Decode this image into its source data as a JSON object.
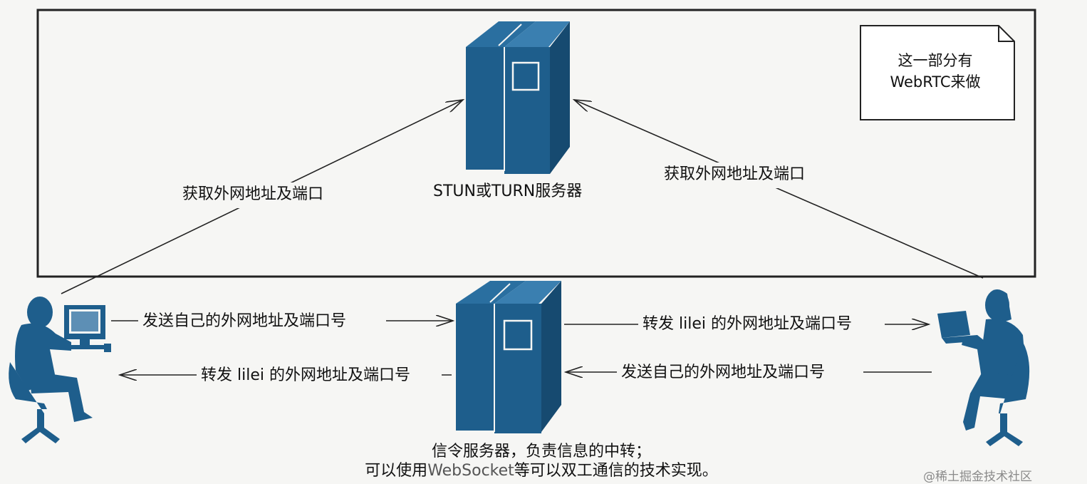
{
  "note": {
    "line1": "这一部分有",
    "line2": "WebRTC来做"
  },
  "stun_server": {
    "label": "STUN或TURN服务器"
  },
  "edges": {
    "left_get_address": "获取外网地址及端口",
    "right_get_address": "获取外网地址及端口",
    "left_send_own": "发送自己的外网地址及端口号",
    "left_forward": "转发 lilei 的外网地址及端口号",
    "right_forward": "转发 lilei 的外网地址及端口号",
    "right_send_own": "发送自己的外网地址及端口号"
  },
  "signaling_caption": {
    "line1": "信令服务器，负责信息的中转；",
    "line2_prefix": "可以使用",
    "line2_highlight": "WebSocket",
    "line2_suffix": "等可以双工通信的技术实现。"
  },
  "watermark": "@稀土掘金技术社区",
  "colors": {
    "server": "#1e5e8c",
    "person": "#1e5e8c",
    "frame": "#222222"
  }
}
